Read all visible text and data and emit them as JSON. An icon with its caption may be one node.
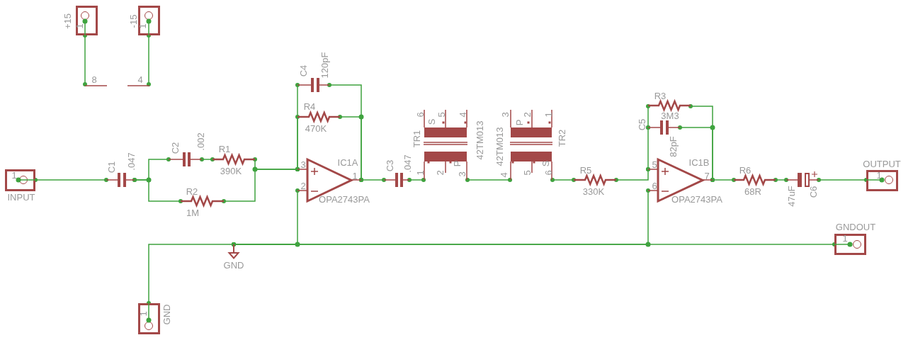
{
  "diagram": {
    "nodes": [
      {
        "text": [
          "+15",
          "1"
        ]
      },
      {
        "text": [
          "-15",
          "1"
        ]
      },
      {
        "text": [
          "8"
        ]
      },
      {
        "text": [
          "4"
        ]
      },
      {
        "text": [
          "1",
          "INPUT"
        ]
      },
      {
        "text": [
          "C1",
          ".047"
        ]
      },
      {
        "text": [
          "C2",
          ".002"
        ]
      },
      {
        "text": [
          "R1",
          "390K"
        ]
      },
      {
        "text": [
          "R2",
          "1M"
        ]
      },
      {
        "text": [
          "C4",
          "120pF"
        ]
      },
      {
        "text": [
          "R4",
          "470K"
        ]
      },
      {
        "text": [
          "IC1A",
          "3",
          "2",
          "1",
          "OPA2743PA"
        ]
      },
      {
        "text": [
          "C3",
          ".047"
        ]
      },
      {
        "text": [
          "TR1",
          "42TM013",
          "6",
          "5",
          "4",
          "S",
          "1",
          "2",
          "3",
          "P"
        ]
      },
      {
        "text": [
          "42TM013",
          "4",
          "3",
          "P",
          "2",
          "1",
          "5",
          "6",
          "S",
          "TR2"
        ]
      },
      {
        "text": [
          "R5",
          "330K"
        ]
      },
      {
        "text": [
          "R3",
          "3M3"
        ]
      },
      {
        "text": [
          "C5",
          "82pF"
        ]
      },
      {
        "text": [
          "IC1B",
          "5",
          "6",
          "7",
          "OPA2743PA"
        ]
      },
      {
        "text": [
          "R6",
          "68R"
        ]
      },
      {
        "text": [
          "47uF",
          "C6"
        ]
      },
      {
        "text": [
          "OUTPUT",
          "1"
        ]
      },
      {
        "text": [
          "GNDOUT",
          "1"
        ]
      },
      {
        "text": [
          "GND"
        ]
      },
      {
        "text": [
          "1",
          "GND"
        ]
      }
    ],
    "edges": [
      {
        "from": 0,
        "to": 2,
        "arrow": "other"
      },
      {
        "from": 1,
        "to": 3,
        "arrow": "other"
      },
      {
        "from": 4,
        "to": 5,
        "arrow": "other"
      },
      {
        "from": 5,
        "to": 6,
        "arrow": "other"
      },
      {
        "from": 5,
        "to": 8,
        "arrow": "other"
      },
      {
        "from": 6,
        "to": 7,
        "arrow": "other"
      },
      {
        "from": 7,
        "to": 11,
        "arrow": "other"
      },
      {
        "from": 8,
        "to": 11,
        "arrow": "other"
      },
      {
        "from": 9,
        "to": 11,
        "arrow": "other"
      },
      {
        "from": 10,
        "to": 11,
        "arrow": "other"
      },
      {
        "from": 9,
        "to": 11,
        "arrow": "other"
      },
      {
        "from": 10,
        "to": 11,
        "arrow": "other"
      },
      {
        "from": 11,
        "to": 12,
        "arrow": "other"
      },
      {
        "from": 12,
        "to": 13,
        "arrow": "other"
      },
      {
        "from": 13,
        "to": 14,
        "arrow": "other"
      },
      {
        "from": 14,
        "to": 15,
        "arrow": "other"
      },
      {
        "from": 15,
        "to": 18,
        "arrow": "other"
      },
      {
        "from": 16,
        "to": 17,
        "arrow": "other"
      },
      {
        "from": 17,
        "to": 18,
        "arrow": "other"
      },
      {
        "from": 16,
        "to": 18,
        "arrow": "other"
      },
      {
        "from": 17,
        "to": 18,
        "arrow": "other"
      },
      {
        "from": 18,
        "to": 19,
        "arrow": "other"
      },
      {
        "from": 19,
        "to": 20,
        "arrow": "other"
      },
      {
        "from": 20,
        "to": 21,
        "arrow": "other"
      },
      {
        "from": 24,
        "to": 23,
        "arrow": "other"
      },
      {
        "from": 23,
        "to": 11,
        "arrow": "other"
      },
      {
        "from": 23,
        "to": 18,
        "arrow": "other"
      },
      {
        "from": 23,
        "to": 22,
        "arrow": "other"
      }
    ]
  }
}
